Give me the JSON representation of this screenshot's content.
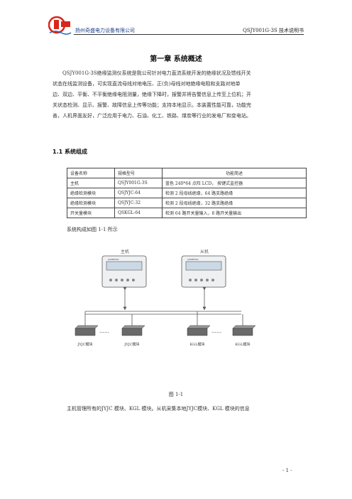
{
  "header": {
    "company": "扬州奇盛电力设备有限公司",
    "doc_title": "QSJY001G-3S 技术说明书",
    "logo_color": "#d8261c"
  },
  "chapter_title": "第一章  系统概述",
  "intro": {
    "lines": [
      "QSJY001G-3S绝缘监测仪系统是我公司针对电力直流系统开发的绝缘状况及馈线开关",
      "状态在线监测设备，可实现直流母线对地电压、正(负)母线对地绝缘电阻和支路对地单",
      "边、双边、平衡、不平衡绝缘电阻测量，绝缘下降时，报警并将告警信息上传至上位机；开",
      "关状态检测、显示、报警、故障信息上传等功能；支持本地显示。本装置性能可靠，功能完",
      "善，人机界面友好，广泛应用于电力、石油、化工、铁路、煤炭等行业的发电厂和变电站。"
    ]
  },
  "section_title": "1.1 系统组成",
  "table": {
    "headers": [
      "设备名称",
      "规格型号",
      "功能简述"
    ],
    "rows": [
      [
        "主机",
        "QSJY001G-3S",
        "蓝色 240*64 点阵 LCD，  按键式监控器"
      ],
      [
        "绝缘检测模块",
        "QSJYJC-64",
        "检测 2 段母线绝缘，64 路支路绝缘"
      ],
      [
        "绝缘检测模块",
        "QSJYJC-32",
        "检测 2 段母线绝缘，32 路支路绝缘"
      ],
      [
        "开关量模块",
        "QSKGL-64",
        "检测 64 路开关量输入，8 路开关量输出"
      ]
    ]
  },
  "composition_text": "系统构成如图 1-1 所示",
  "diagram": {
    "master_label": "主机",
    "slave_label": "从机",
    "module_labels": [
      "JYJC模块",
      "JYJC模块",
      "KGL模块",
      "KGL模块"
    ],
    "ellipsis": "……"
  },
  "figure_caption": "图 1-1",
  "body_text": "主机管理所有的JYJC 模块、KGL 模块。从机采集本地JYJC模块、KGL 模块的信息",
  "page_number": "- 1 -"
}
